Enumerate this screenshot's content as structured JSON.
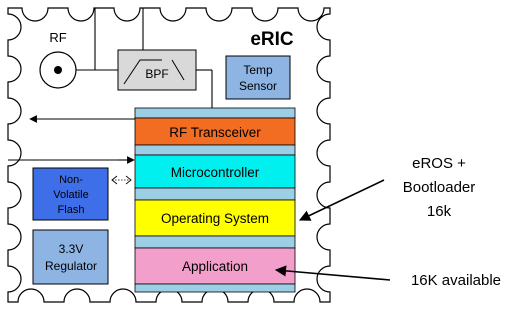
{
  "chip": {
    "title": "eRIC",
    "rf_label": "RF",
    "bpf_label": "BPF",
    "temp_sensor": [
      "Temp",
      "Sensor"
    ],
    "nvm_flash": [
      "Non-",
      "Volatile",
      "Flash"
    ],
    "regulator": [
      "3.3V",
      "Regulator"
    ]
  },
  "stack": {
    "rf_transceiver": "RF Transceiver",
    "microcontroller": "Microcontroller",
    "operating_system": "Operating System",
    "application": "Application"
  },
  "annotations": {
    "eros": [
      "eROS +",
      "Bootloader",
      "16k"
    ],
    "available": "16K available"
  },
  "colors": {
    "rf_transceiver": "#f26c22",
    "microcontroller": "#00f0f0",
    "operating_system": "#ffff00",
    "application": "#f29fcc",
    "stack_layer": "#9ccfe6",
    "side_blocks": "#8db4e2",
    "nvm_flash": "#3f6fe8"
  }
}
